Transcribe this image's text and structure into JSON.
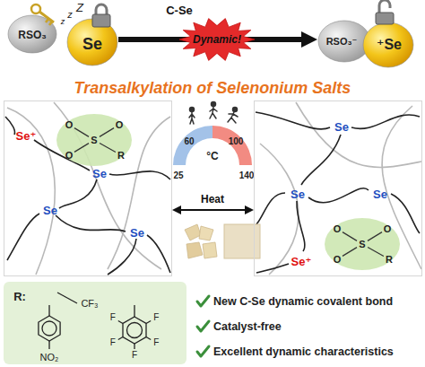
{
  "diagram": {
    "title": "Transalkylation of Selenonium Salts",
    "nodes": [
      {
        "text": [
          "RSO₃"
        ]
      },
      {
        "text": [
          "Se"
        ]
      },
      {
        "text": [
          "Dynamic!"
        ]
      },
      {
        "text": [
          "RSO₃⁻"
        ]
      },
      {
        "text": [
          "⁺Se"
        ]
      },
      {
        "text": [
          "Se⁺",
          "Se",
          "Se",
          "Se"
        ]
      },
      {
        "text": [
          "O",
          "S",
          "O",
          "O",
          "R"
        ],
        "in": 5
      },
      {
        "text": [
          "25",
          "60",
          "100",
          "140",
          "°C"
        ]
      },
      {
        "text": [
          "Se",
          "Se",
          "Se",
          "Se⁺"
        ]
      },
      {
        "text": [
          "O",
          "S",
          "O",
          "R",
          "O"
        ],
        "in": 8
      },
      {
        "text": [
          "R:"
        ]
      }
    ],
    "edges": [
      {
        "from": 1,
        "to": 3,
        "arrow": "to",
        "label": "C-Se"
      },
      {
        "from": 5,
        "to": 8,
        "arrow": "both",
        "label": "Heat"
      }
    ],
    "labels": [
      "z",
      "z",
      "Z",
      "New C-Se dynamic covalent bond",
      "Catalyst-free",
      "Excellent dynamic characteristics",
      "CF₃",
      "NO₂",
      "F",
      "F",
      "F",
      "F",
      "F"
    ]
  }
}
